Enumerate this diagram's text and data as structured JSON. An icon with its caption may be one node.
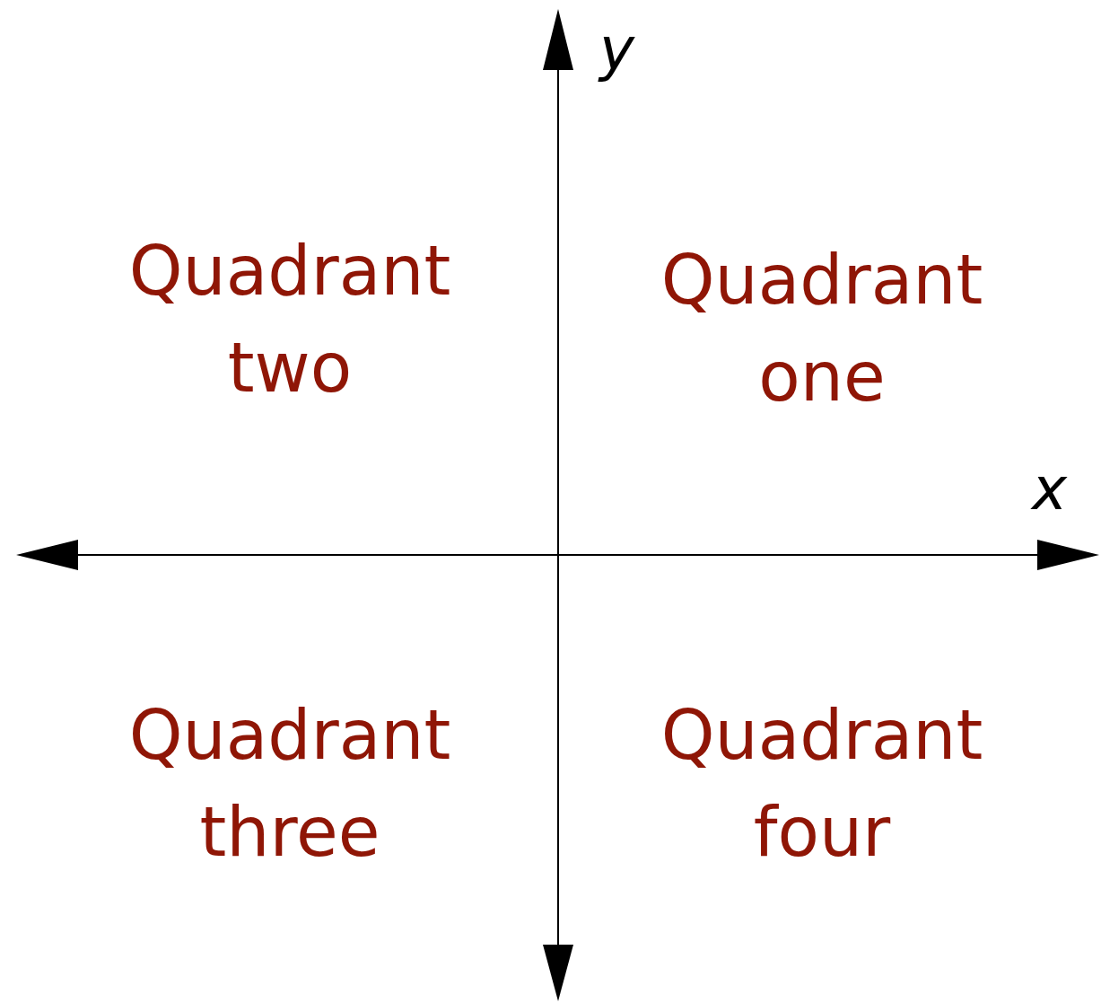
{
  "diagram": {
    "labels": [
      "y",
      "Quadrant two",
      "Quadrant one",
      "x",
      "Quadrant three",
      "Quadrant four"
    ]
  }
}
